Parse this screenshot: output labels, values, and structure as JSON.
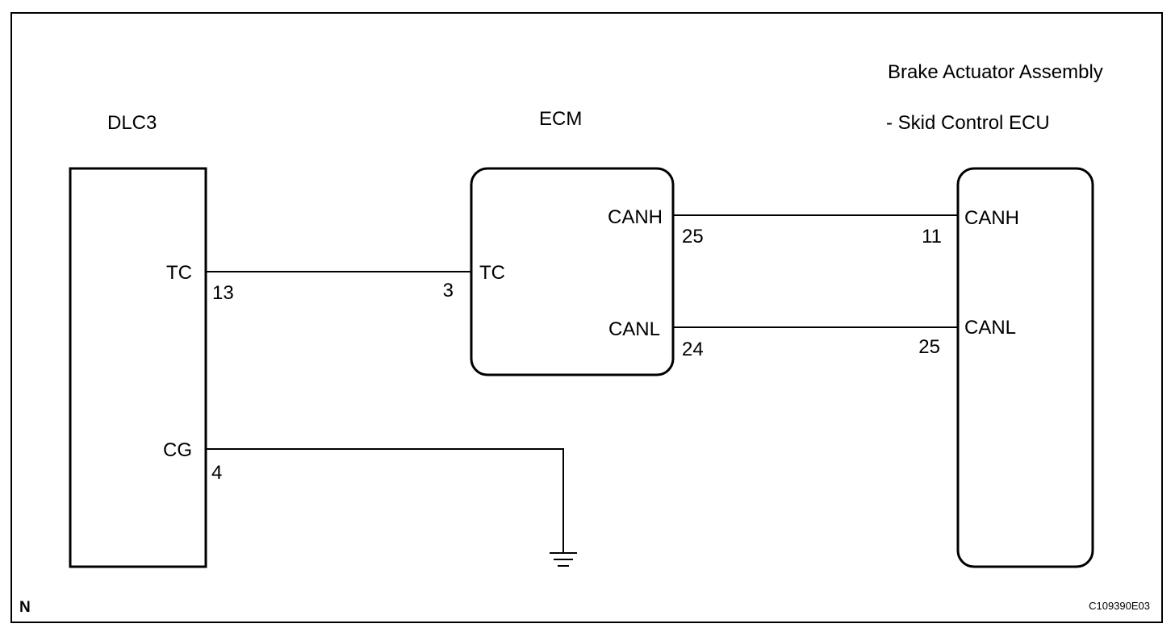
{
  "corner_mark": "N",
  "figure_code": "C109390E03",
  "components": {
    "dlc3": {
      "name": "DLC3",
      "pins": {
        "tc": {
          "label": "TC",
          "number": "13"
        },
        "cg": {
          "label": "CG",
          "number": "4"
        }
      }
    },
    "ecm": {
      "name": "ECM",
      "pins": {
        "tc": {
          "label": "TC",
          "number": "3"
        },
        "canh": {
          "label": "CANH",
          "number": "25"
        },
        "canl": {
          "label": "CANL",
          "number": "24"
        }
      }
    },
    "skid_control": {
      "name_line1": "Brake Actuator Assembly",
      "name_line2": "- Skid Control ECU",
      "pins": {
        "canh": {
          "label": "CANH",
          "number": "11"
        },
        "canl": {
          "label": "CANL",
          "number": "25"
        }
      }
    }
  }
}
